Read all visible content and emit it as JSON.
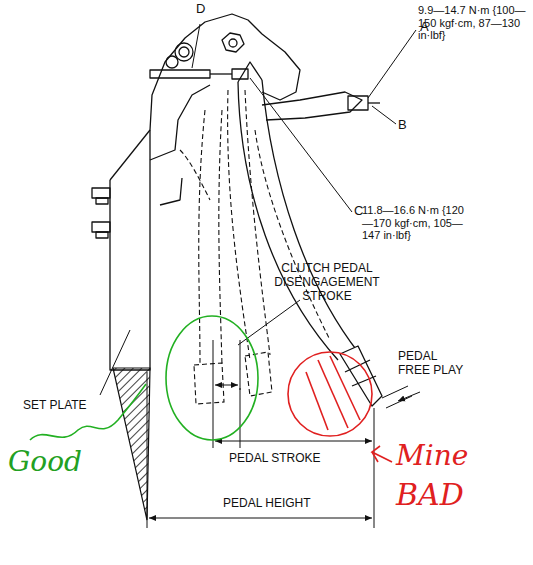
{
  "diagram": {
    "labels": [
      "D",
      "A",
      "9.9—14.7 N·m {100—150 kgf·cm, 87—130 in·lbf}",
      "B",
      "C",
      "11.8—16.6 N·m {120—170 kgf·cm, 105—147 in·lbf}",
      "CLUTCH PEDAL DISENGAGEMENT STROKE",
      "PEDAL FREE PLAY",
      "SET PLATE",
      "PEDAL STROKE",
      "PEDAL HEIGHT",
      "Good",
      "Mine",
      "BAD"
    ]
  }
}
